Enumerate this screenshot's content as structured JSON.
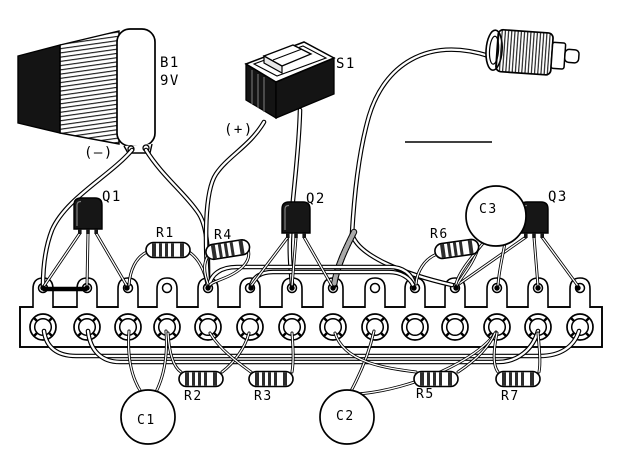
{
  "figure": {
    "description": "Hand-drawn assembly diagram of a transistor circuit built on a screw terminal strip",
    "background": "#ffffff",
    "ink": "#000000"
  },
  "labels": {
    "battery_name": "B1",
    "battery_voltage": "9V",
    "switch": "S1",
    "negative": "(—)",
    "positive": "(+)",
    "q1": "Q1",
    "q2": "Q2",
    "q3": "Q3",
    "r1": "R1",
    "r2": "R2",
    "r3": "R3",
    "r4": "R4",
    "r5": "R5",
    "r6": "R6",
    "r7": "R7",
    "c1": "C1",
    "c2": "C2",
    "c3": "C3"
  },
  "parts": [
    {
      "label": "B1",
      "value": "9V",
      "kind": "battery"
    },
    {
      "label": "S1",
      "kind": "rocker-switch"
    },
    {
      "label": "",
      "kind": "output-plug-with-cable"
    },
    {
      "label": "Q1",
      "kind": "transistor"
    },
    {
      "label": "Q2",
      "kind": "transistor"
    },
    {
      "label": "Q3",
      "kind": "transistor"
    },
    {
      "label": "R1",
      "kind": "resistor"
    },
    {
      "label": "R2",
      "kind": "resistor"
    },
    {
      "label": "R3",
      "kind": "resistor"
    },
    {
      "label": "R4",
      "kind": "resistor"
    },
    {
      "label": "R5",
      "kind": "resistor"
    },
    {
      "label": "R6",
      "kind": "resistor"
    },
    {
      "label": "R7",
      "kind": "resistor"
    },
    {
      "label": "C1",
      "kind": "disc-capacitor"
    },
    {
      "label": "C2",
      "kind": "disc-capacitor"
    },
    {
      "label": "C3",
      "kind": "disc-capacitor"
    }
  ],
  "terminal_strip": {
    "screw_terminals": 14,
    "solder_lugs": 14
  }
}
